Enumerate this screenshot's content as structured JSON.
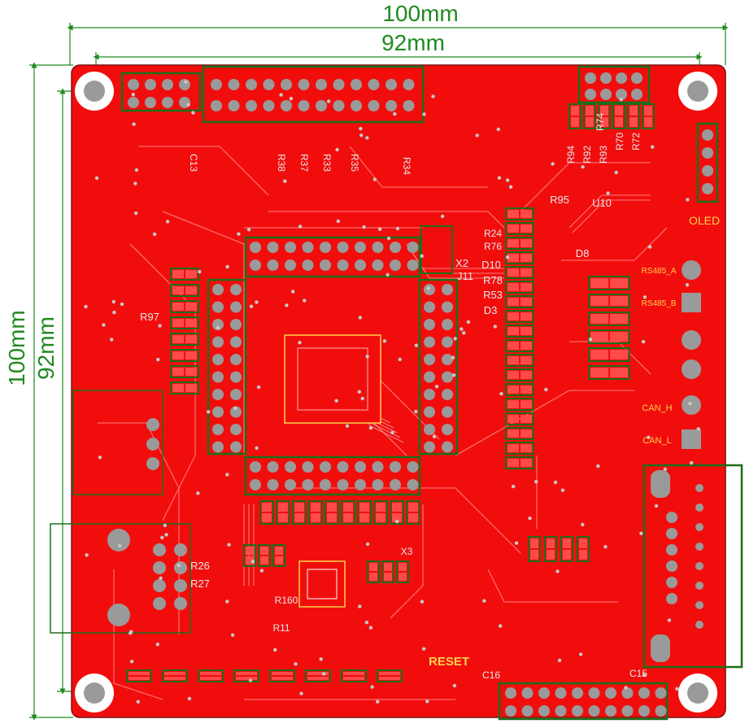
{
  "dimensions": {
    "outer_width": "100mm",
    "inner_width": "92mm",
    "outer_height": "100mm",
    "inner_height": "92mm"
  },
  "colors": {
    "board": "#f20d0d",
    "copper_line": "#ff6b6b",
    "pad": "#9a9a9a",
    "outline": "#1a6f1a",
    "dimension": "#1f8a1f",
    "silk": "#ffd24a"
  },
  "labels": {
    "reset": "RESET",
    "oled": "OLED",
    "can_h": "CAN_H",
    "can_l": "CAN_L",
    "x2": "X2",
    "j11": "J11",
    "d10": "D10",
    "r78": "R78",
    "r53": "R53",
    "d3": "D3",
    "r95": "R95",
    "u10": "U10",
    "d8": "D8",
    "r97": "R97",
    "r26": "R26",
    "r27": "R27",
    "r160": "R160",
    "r11": "R11",
    "c15": "C15",
    "c16": "C16",
    "r94": "R94",
    "r92": "R92",
    "r93": "R93",
    "r70": "R70",
    "r72": "R72",
    "r74": "R74",
    "r24": "R24",
    "r76": "R76",
    "rs485a": "RS485_A",
    "rs485b": "RS485_B",
    "r38": "R38",
    "r37": "R37",
    "r33": "R33",
    "r35": "R35",
    "r34": "R34",
    "c13": "C13",
    "x3": "X3"
  }
}
